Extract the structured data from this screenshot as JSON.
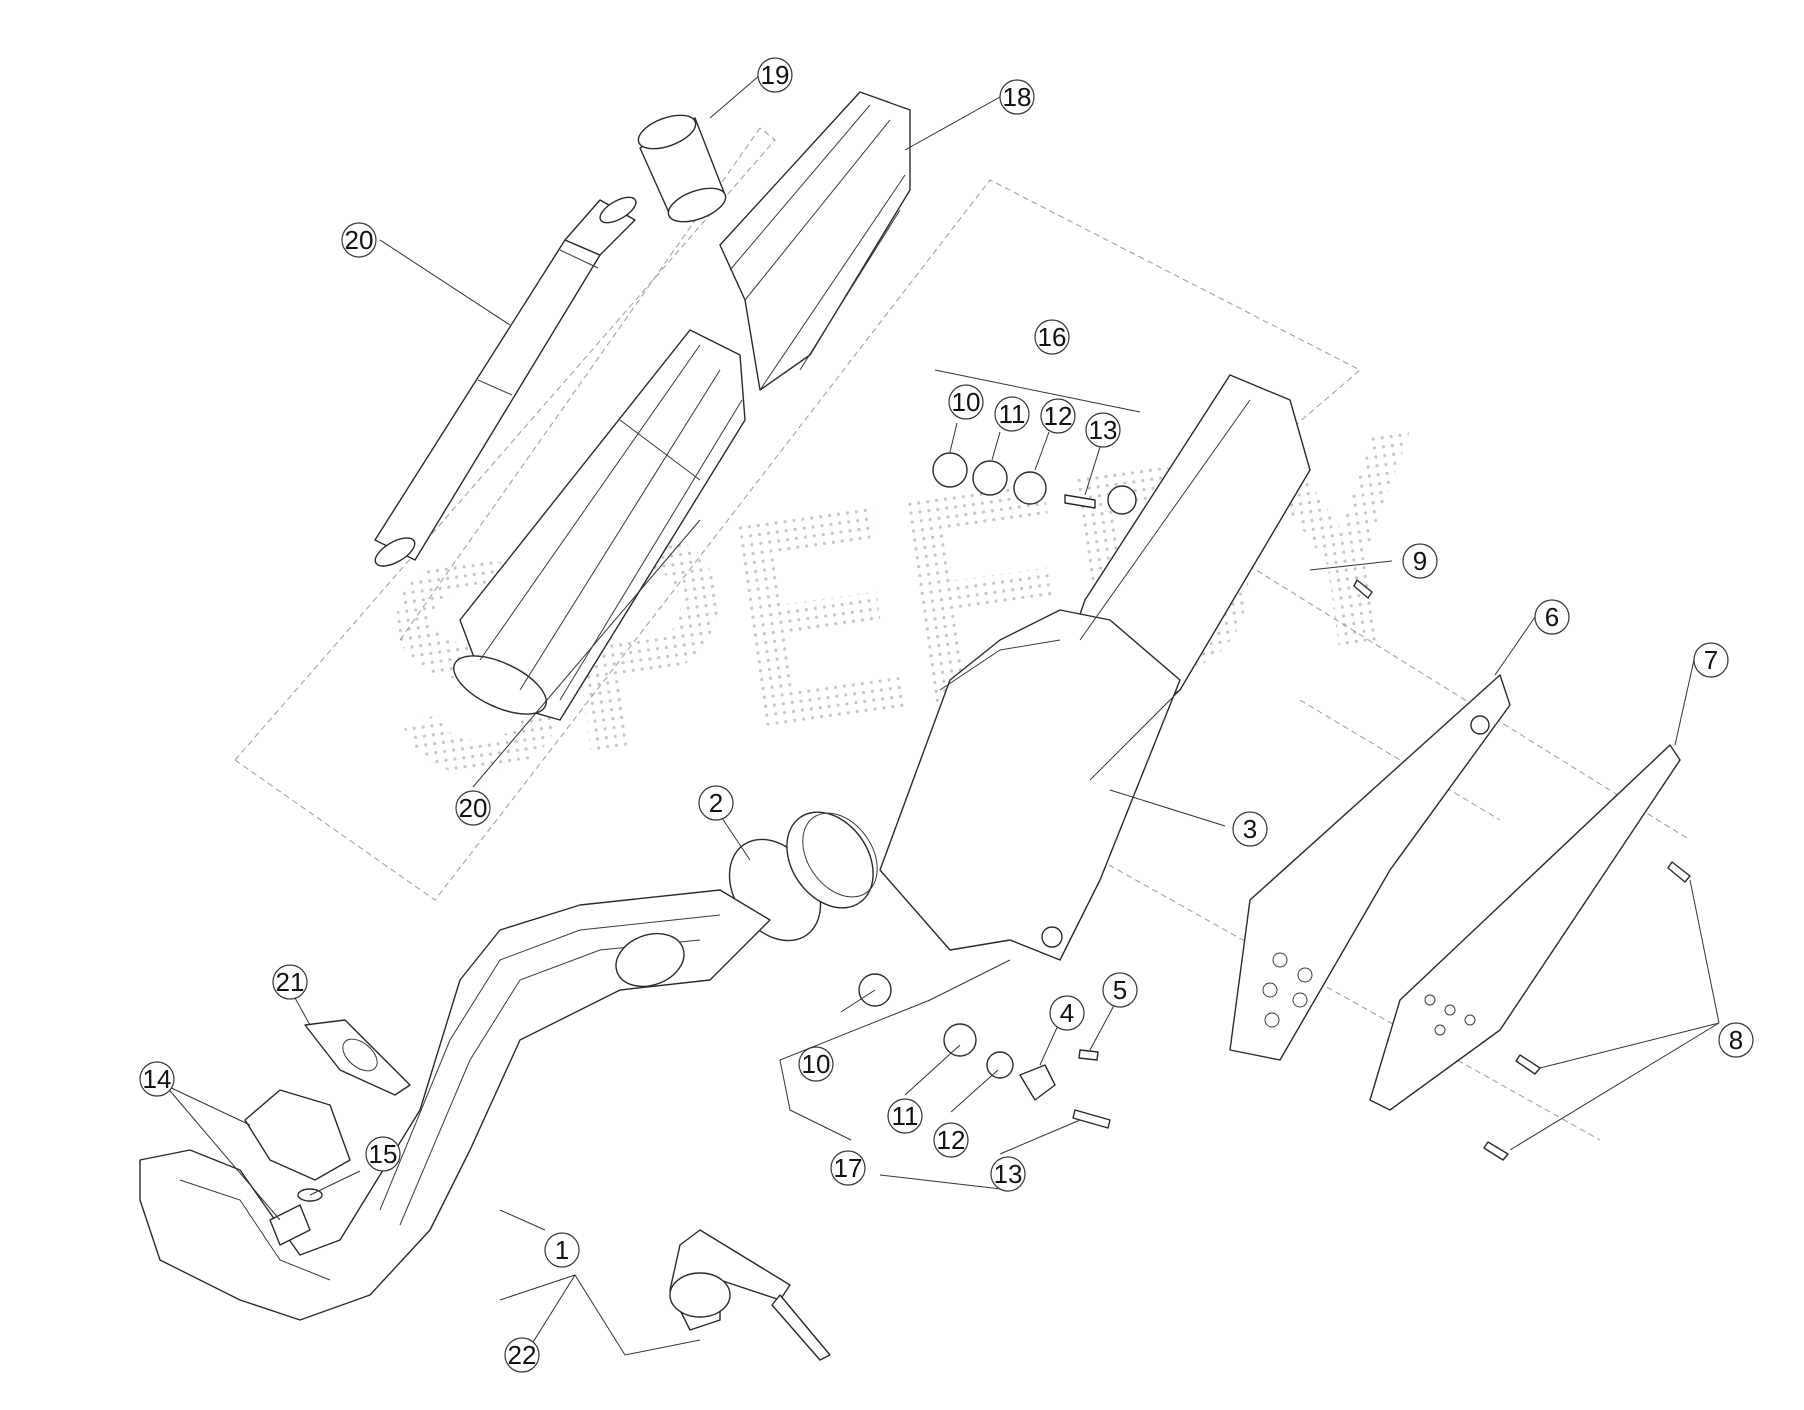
{
  "diagram": {
    "watermark_text": "SPEEDY",
    "callouts": [
      {
        "id": "c1",
        "label": "1"
      },
      {
        "id": "c2",
        "label": "2"
      },
      {
        "id": "c3",
        "label": "3"
      },
      {
        "id": "c4",
        "label": "4"
      },
      {
        "id": "c5",
        "label": "5"
      },
      {
        "id": "c6",
        "label": "6"
      },
      {
        "id": "c7",
        "label": "7"
      },
      {
        "id": "c8",
        "label": "8"
      },
      {
        "id": "c9",
        "label": "9"
      },
      {
        "id": "c10a",
        "label": "10"
      },
      {
        "id": "c10b",
        "label": "10"
      },
      {
        "id": "c11a",
        "label": "11"
      },
      {
        "id": "c11b",
        "label": "11"
      },
      {
        "id": "c12a",
        "label": "12"
      },
      {
        "id": "c12b",
        "label": "12"
      },
      {
        "id": "c13a",
        "label": "13"
      },
      {
        "id": "c13b",
        "label": "13"
      },
      {
        "id": "c14",
        "label": "14"
      },
      {
        "id": "c15",
        "label": "15"
      },
      {
        "id": "c16",
        "label": "16"
      },
      {
        "id": "c17",
        "label": "17"
      },
      {
        "id": "c18",
        "label": "18"
      },
      {
        "id": "c19",
        "label": "19"
      },
      {
        "id": "c20a",
        "label": "20"
      },
      {
        "id": "c20b",
        "label": "20"
      },
      {
        "id": "c21",
        "label": "21"
      },
      {
        "id": "c22",
        "label": "22"
      }
    ]
  }
}
